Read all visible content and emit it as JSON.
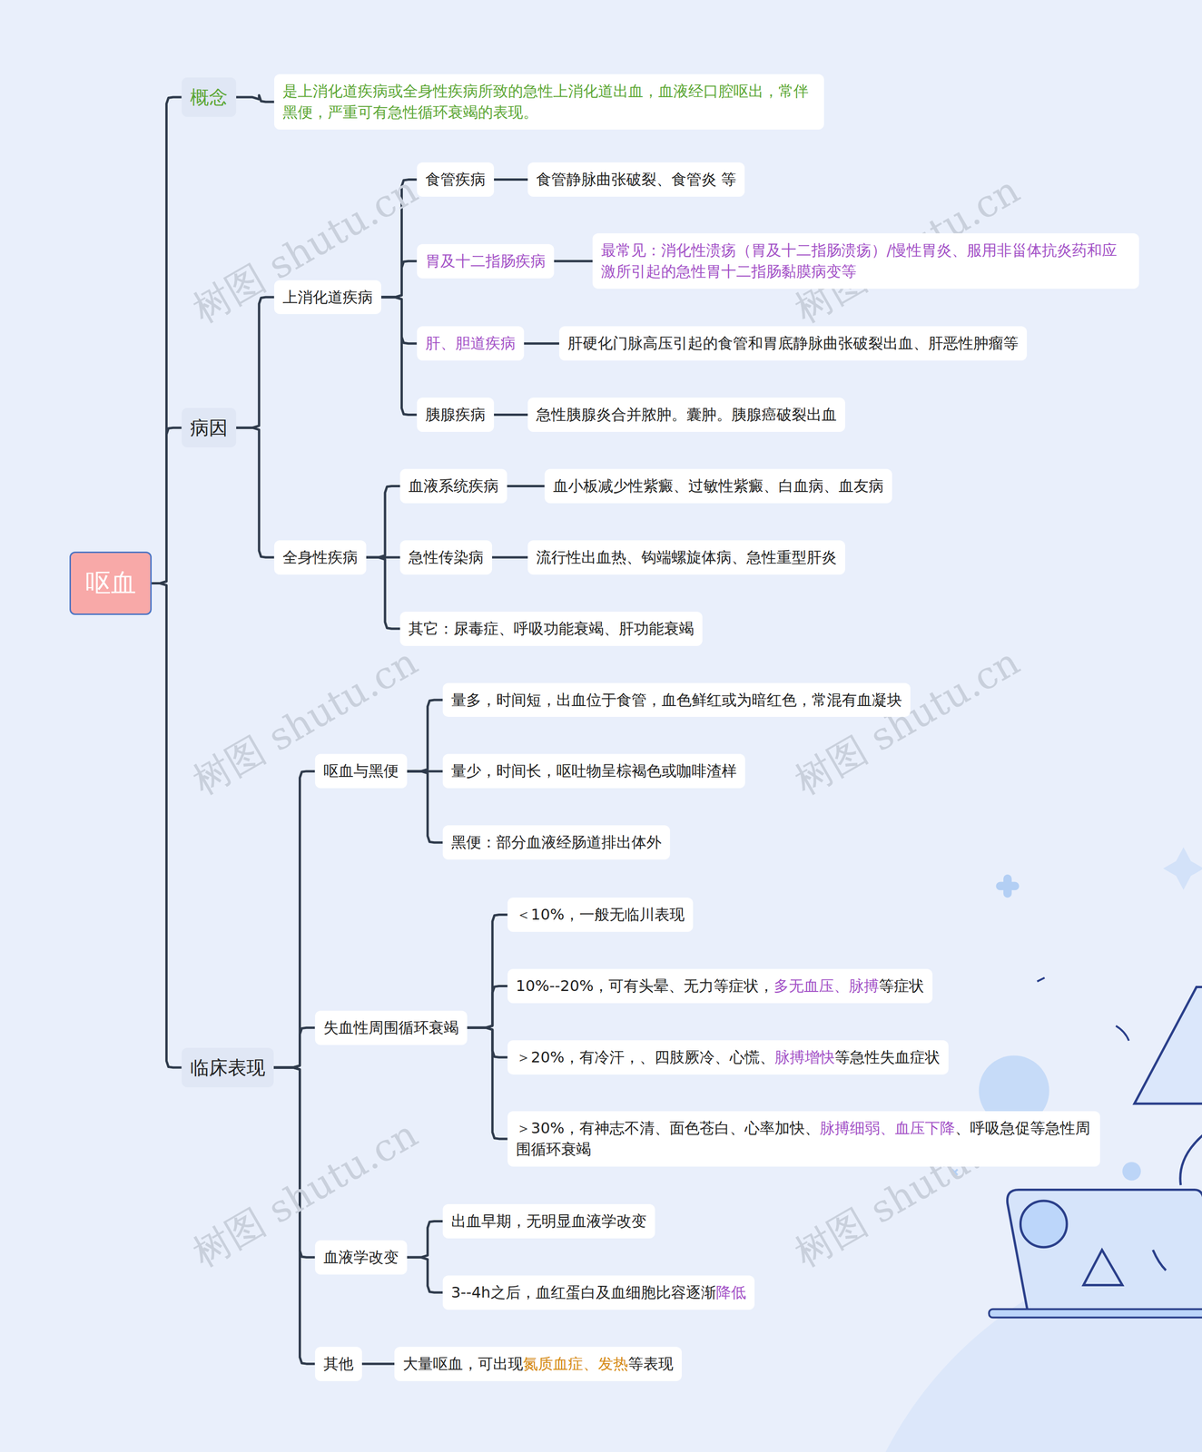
{
  "diagram": {
    "nodes": [
      {
        "text": [
          "呕血"
        ]
      },
      {
        "text": [
          "概念"
        ]
      },
      {
        "text": [
          "是上消化道疾病或全身性疾病所致的急性上消化道出血，血液经口腔呕出，常伴黑便，严重可有急性循环衰竭的表现。"
        ]
      },
      {
        "text": [
          "病因"
        ]
      },
      {
        "text": [
          "上消化道疾病"
        ]
      },
      {
        "text": [
          "食管疾病"
        ]
      },
      {
        "text": [
          "食管静脉曲张破裂、食管炎 等"
        ]
      },
      {
        "text": [
          "胃及十二指肠疾病"
        ]
      },
      {
        "text": [
          "最常见：消化性溃疡（胃及十二指肠溃疡）/慢性胃炎、服用非甾体抗炎药和应激所引起的急性胃十二指肠黏膜病变等"
        ]
      },
      {
        "text": [
          "肝、胆道疾病"
        ]
      },
      {
        "text": [
          "肝硬化门脉高压引起的食管和胃底静脉曲张破裂出血、肝恶性肿瘤等"
        ]
      },
      {
        "text": [
          "胰腺疾病"
        ]
      },
      {
        "text": [
          "急性胰腺炎合并脓肿。囊肿。胰腺癌破裂出血"
        ]
      },
      {
        "text": [
          "全身性疾病"
        ]
      },
      {
        "text": [
          "血液系统疾病"
        ]
      },
      {
        "text": [
          "血小板减少性紫癜、过敏性紫癜、白血病、血友病"
        ]
      },
      {
        "text": [
          "急性传染病"
        ]
      },
      {
        "text": [
          "流行性出血热、钩端螺旋体病、急性重型肝炎"
        ]
      },
      {
        "text": [
          "其它：尿毒症、呼吸功能衰竭、肝功能衰竭"
        ]
      },
      {
        "text": [
          "临床表现"
        ]
      },
      {
        "text": [
          "呕血与黑便"
        ]
      },
      {
        "text": [
          "量多，时间短，出血位于食管，血色鲜红或为暗红色，常混有血凝块"
        ]
      },
      {
        "text": [
          "量少，时间长，呕吐物呈棕褐色或咖啡渣样"
        ]
      },
      {
        "text": [
          "黑便：部分血液经肠道排出体外"
        ]
      },
      {
        "text": [
          "失血性周围循环衰竭"
        ]
      },
      {
        "text": [
          "＜10%，一般无临川表现"
        ]
      },
      {
        "text": [
          "10%--20%，可有头晕、无力等症状，",
          "多无血压、脉搏",
          "等症状"
        ]
      },
      {
        "text": [
          "＞20%，有冷汗，、四肢厥冷、心慌、",
          "脉搏增快",
          "等急性失血症状"
        ]
      },
      {
        "text": [
          "＞30%，有神志不清、面色苍白、心率加快、",
          "脉搏细弱、血压下降",
          "、呼吸急促等急性周围循环衰竭"
        ]
      },
      {
        "text": [
          "血液学改变"
        ]
      },
      {
        "text": [
          "出血早期，无明显血液学改变"
        ]
      },
      {
        "text": [
          "3--4h之后，血红蛋白及血细胞比容逐渐",
          "降低"
        ]
      },
      {
        "text": [
          "其他"
        ]
      },
      {
        "text": [
          "大量呕血，可出现",
          "氮质血症、发热",
          "等表现"
        ]
      }
    ],
    "edges": [
      {
        "from": 0,
        "to": 1,
        "arrow": "none"
      },
      {
        "from": 1,
        "to": 2,
        "arrow": "none"
      },
      {
        "from": 0,
        "to": 3,
        "arrow": "none"
      },
      {
        "from": 3,
        "to": 4,
        "arrow": "none"
      },
      {
        "from": 4,
        "to": 5,
        "arrow": "none"
      },
      {
        "from": 5,
        "to": 6,
        "arrow": "none"
      },
      {
        "from": 4,
        "to": 7,
        "arrow": "none"
      },
      {
        "from": 7,
        "to": 8,
        "arrow": "none"
      },
      {
        "from": 4,
        "to": 9,
        "arrow": "none"
      },
      {
        "from": 9,
        "to": 10,
        "arrow": "none"
      },
      {
        "from": 4,
        "to": 11,
        "arrow": "none"
      },
      {
        "from": 11,
        "to": 12,
        "arrow": "none"
      },
      {
        "from": 3,
        "to": 13,
        "arrow": "none"
      },
      {
        "from": 13,
        "to": 14,
        "arrow": "none"
      },
      {
        "from": 14,
        "to": 15,
        "arrow": "none"
      },
      {
        "from": 13,
        "to": 16,
        "arrow": "none"
      },
      {
        "from": 16,
        "to": 17,
        "arrow": "none"
      },
      {
        "from": 13,
        "to": 18,
        "arrow": "none"
      },
      {
        "from": 0,
        "to": 19,
        "arrow": "none"
      },
      {
        "from": 19,
        "to": 20,
        "arrow": "none"
      },
      {
        "from": 20,
        "to": 21,
        "arrow": "none"
      },
      {
        "from": 20,
        "to": 22,
        "arrow": "none"
      },
      {
        "from": 20,
        "to": 23,
        "arrow": "none"
      },
      {
        "from": 19,
        "to": 24,
        "arrow": "none"
      },
      {
        "from": 24,
        "to": 25,
        "arrow": "none"
      },
      {
        "from": 24,
        "to": 26,
        "arrow": "none"
      },
      {
        "from": 24,
        "to": 27,
        "arrow": "none"
      },
      {
        "from": 24,
        "to": 28,
        "arrow": "none"
      },
      {
        "from": 19,
        "to": 29,
        "arrow": "none"
      },
      {
        "from": 29,
        "to": 30,
        "arrow": "none"
      },
      {
        "from": 29,
        "to": 31,
        "arrow": "none"
      },
      {
        "from": 19,
        "to": 32,
        "arrow": "none"
      },
      {
        "from": 32,
        "to": 33,
        "arrow": "none"
      }
    ],
    "labels": [
      "树图 shutu.cn",
      "树图 shutu.cn",
      "树图 shutu.cn",
      "树图 shutu.cn",
      "树图 shutu.cn",
      "树图 shutu.cn"
    ]
  }
}
